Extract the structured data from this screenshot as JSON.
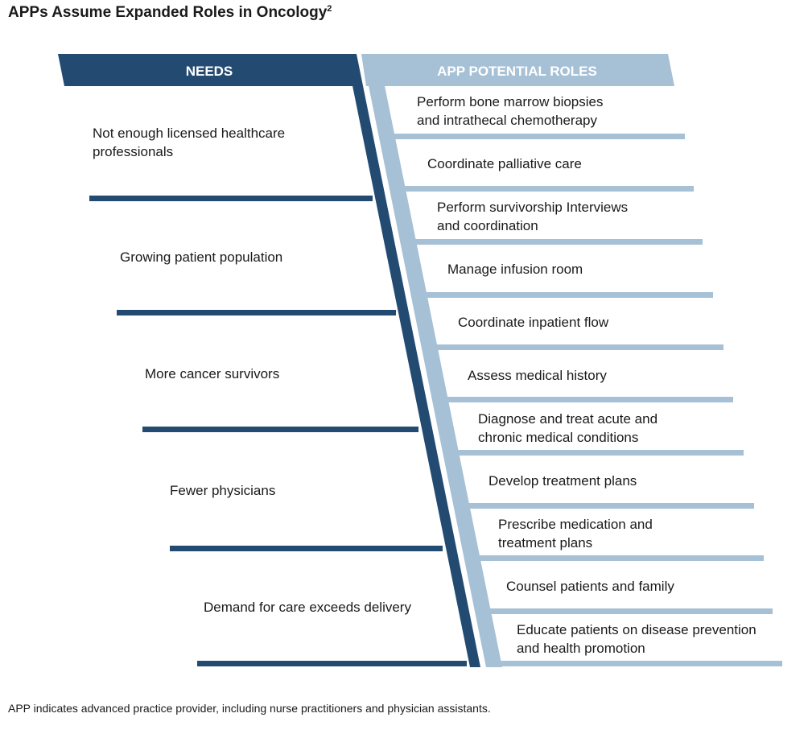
{
  "title": "APPs Assume Expanded Roles in Oncology",
  "title_sup": "2",
  "headers": {
    "needs": "NEEDS",
    "roles": "APP POTENTIAL ROLES"
  },
  "needs": [
    "Not enough licensed healthcare professionals",
    "Growing patient population",
    "More cancer survivors",
    "Fewer physicians",
    "Demand for care exceeds delivery"
  ],
  "roles": [
    "Perform bone marrow biopsies and intrathecal chemotherapy",
    "Coordinate palliative care",
    "Perform survivorship Interviews and coordination",
    "Manage infusion room",
    "Coordinate inpatient flow",
    "Assess medical history",
    "Diagnose and treat acute and chronic medical conditions",
    "Develop treatment plans",
    "Prescribe medication and treatment plans",
    "Counsel patients and family",
    "Educate patients on disease prevention and health promotion"
  ],
  "footnote": "APP indicates advanced practice provider, including nurse practitioners and physician assistants.",
  "colors": {
    "dark": "#234b72",
    "light": "#a6c0d5",
    "text": "#1a1a1a"
  }
}
